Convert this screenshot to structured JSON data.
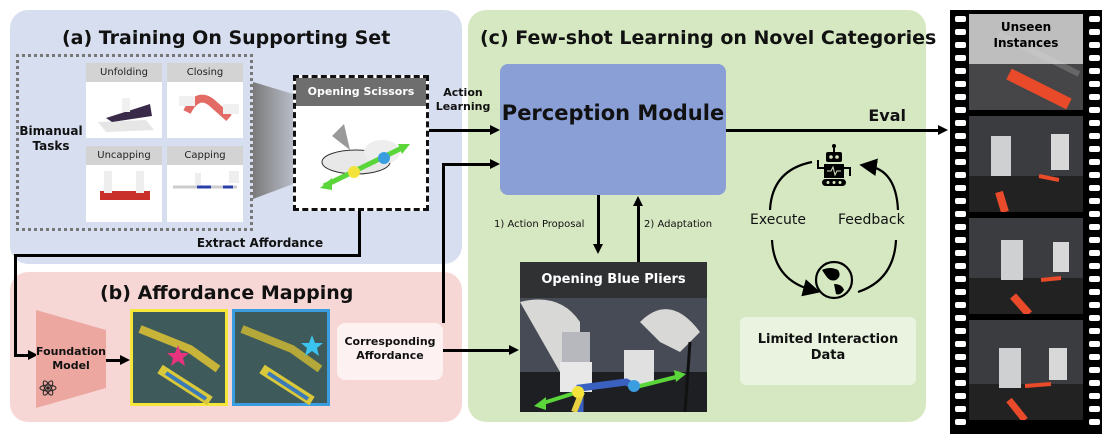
{
  "panel_a": {
    "title": "(a) Training On Supporting Set",
    "bimanual_label": "Bimanual Tasks",
    "tasks": [
      {
        "label": "Unfolding"
      },
      {
        "label": "Closing"
      },
      {
        "label": "Uncapping"
      },
      {
        "label": "Capping"
      }
    ],
    "highlight_task": "Opening Scissors",
    "extract_label": "Extract Affordance"
  },
  "panel_b": {
    "title": "(b) Affordance Mapping",
    "foundation_model": "Foundation Model",
    "corresponding_affordance": "Corresponding Affordance",
    "heatmap_borders": [
      "#f5e63a",
      "#3a9de0"
    ],
    "star_colors": [
      "#e8347e",
      "#3cc4f0"
    ]
  },
  "panel_c": {
    "title": "(c) Few-shot Learning on Novel Categories",
    "action_learning": "Action Learning",
    "perception_module": "Perception Module",
    "action_proposal": "1) Action Proposal",
    "adaptation": "2) Adaptation",
    "real_task": "Opening Blue Pliers",
    "eval_label": "Eval",
    "execute_label": "Execute",
    "feedback_label": "Feedback",
    "limited_data": "Limited Interaction Data"
  },
  "film": {
    "label": "Unseen Instances"
  },
  "colors": {
    "panel_a_bg": "#d6deef",
    "panel_b_bg": "#f6d7d5",
    "panel_c_bg": "#d6e8c2",
    "perception_module": "#8a9fd6",
    "foundation_model": "#eba7a0",
    "affordance_arrow": "#5ad53a"
  }
}
